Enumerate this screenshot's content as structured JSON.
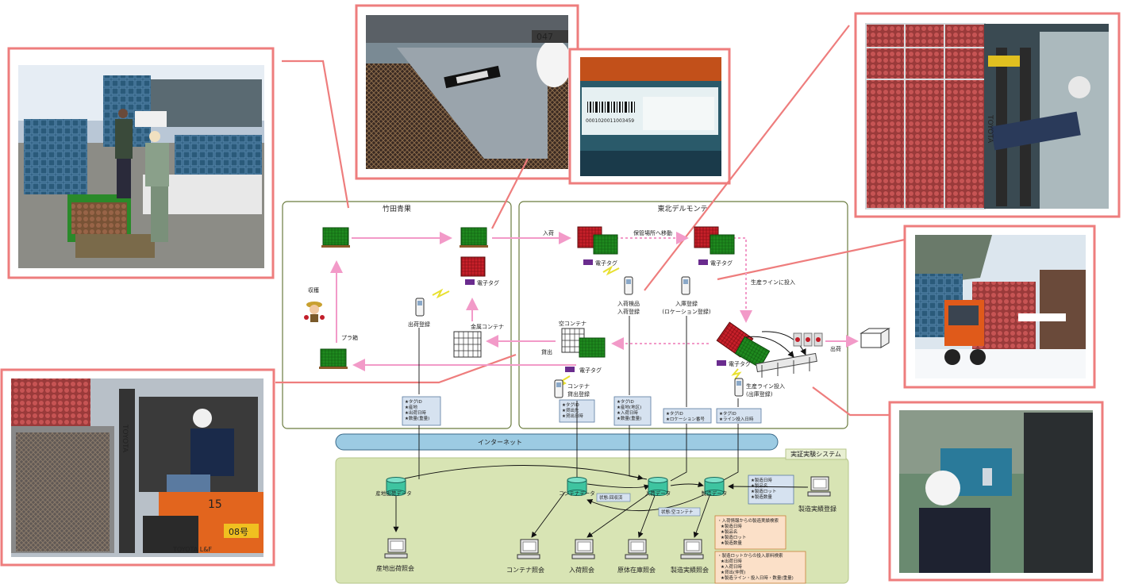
{
  "orgs": {
    "left": "竹田青果",
    "right": "東北デルモンテ"
  },
  "internet": "インターネット",
  "system_title": "実証実験システム",
  "labels": {
    "harvest": "収穫",
    "pura_box": "プラ箱",
    "ship_register": "出荷登録",
    "metal_container": "金属コンテナ",
    "etag": "電子タグ",
    "arrival": "入荷",
    "move_storage": "保管場所へ移動",
    "arrival_inspect_1": "入荷検品",
    "arrival_inspect_2": "入荷登録",
    "storage_register_1": "入庫登録",
    "storage_register_2": "(ロケーション登録)",
    "feed_line": "生産ラインに投入",
    "empty_container": "空コンテナ",
    "lend": "貸出",
    "container_lend_1": "コンテナ",
    "container_lend_2": "貸出登録",
    "line_input_1": "生産ライン投入",
    "line_input_2": "(出庫登録)",
    "ship_out": "出荷"
  },
  "notes": {
    "ship": [
      "★タグID",
      "★産地",
      "★出荷日時",
      "★数量(重量)"
    ],
    "lend": [
      "★タグID",
      "★貸出先",
      "★貸出日時"
    ],
    "arrive": [
      "★タグID",
      "★産地(地区)",
      "★入荷日時",
      "★数量(重量)"
    ],
    "location": [
      "★タグID",
      "★ロケーション番号"
    ],
    "line": [
      "★タグID",
      "★ライン投入日時"
    ],
    "mfg": [
      "★製造日時",
      "★製品名",
      "★製造ロット",
      "★製造数量"
    ]
  },
  "databases": {
    "origin": "産地出荷データ",
    "container": "コンテナデータ",
    "arrival": "入荷データ",
    "mfg": "製造データ"
  },
  "status": {
    "collected": "状態:回収済",
    "empty": "状態:空コンテナ"
  },
  "terminals": {
    "origin": "産地出荷照会",
    "container": "コンテナ照会",
    "arrival": "入荷照会",
    "stock": "原体在庫照会",
    "mfg": "製造実績照会",
    "mfg_register": "製造実績登録"
  },
  "search1": {
    "title": "・入荷情報からの製造実績検索",
    "items": [
      "★製造日時",
      "★製品名",
      "★製造ロット",
      "★製造数量"
    ]
  },
  "search2": {
    "title": "・製造ロットからの投入原料検索",
    "items": [
      "★出荷日時",
      "★入荷日時",
      "★貸出(仲買)",
      "★製造ライン・投入日時・数量(重量)"
    ]
  },
  "photo_text": {
    "container_no": "047",
    "barcode_no": "00010200110034​59",
    "forklift_brand": "TOYOTA",
    "forklift_model": "15",
    "forklift_id": "08号",
    "forklift_sticker": "TOYOTA L&F"
  },
  "colors": {
    "frame": "#ee7d7d",
    "panel_border": "#6b7c3f",
    "system_bg": "#d8e4b4",
    "internet": "#9ccbe3",
    "flow_pink": "#f29ac8",
    "note_blue": "#d6e2f0",
    "search_orange": "#fbe0c8",
    "tag_purple": "#6a2c8e",
    "crate_green": "#2e9a2e",
    "crate_red": "#c21e2a"
  }
}
